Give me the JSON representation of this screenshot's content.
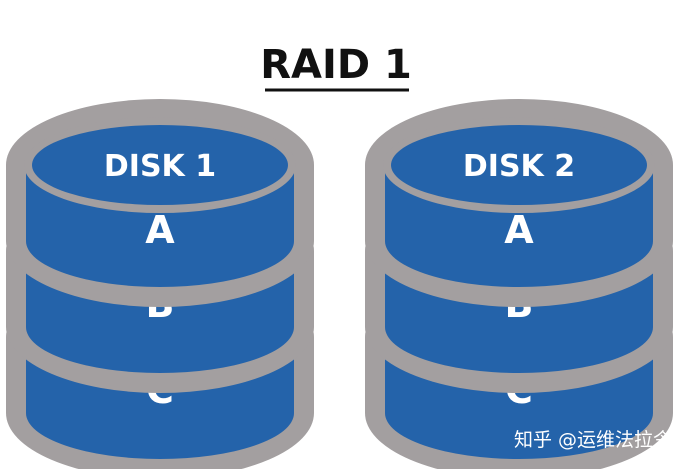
{
  "title": "RAID 1",
  "colors": {
    "disk_fill": "#2463aa",
    "disk_rim": "#a39fa0",
    "label_text": "#ffffff",
    "title_text": "#111111"
  },
  "disks": [
    {
      "label": "DISK 1",
      "blocks": [
        "A",
        "B",
        "C"
      ]
    },
    {
      "label": "DISK 2",
      "blocks": [
        "A",
        "B",
        "C"
      ]
    }
  ],
  "watermark": "知乎 @运维法拉令"
}
